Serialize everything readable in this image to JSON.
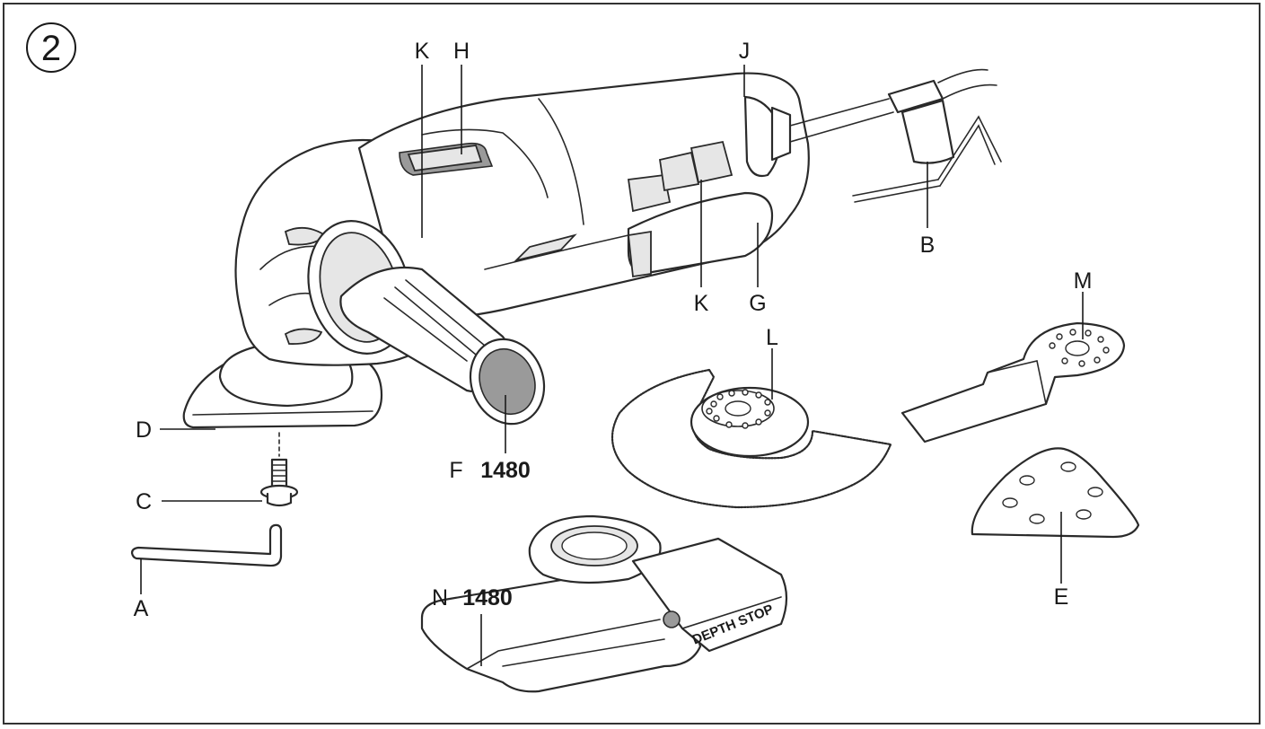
{
  "figure": {
    "number": "2"
  },
  "labels": {
    "A": "A",
    "B": "B",
    "C": "C",
    "D": "D",
    "E": "E",
    "F": "F",
    "F_model": "1480",
    "G": "G",
    "H": "H",
    "J": "J",
    "K_top": "K",
    "K_mid": "K",
    "L": "L",
    "M": "M",
    "N": "N",
    "N_model": "1480",
    "depth_stop_text": "DEPTH STOP"
  }
}
